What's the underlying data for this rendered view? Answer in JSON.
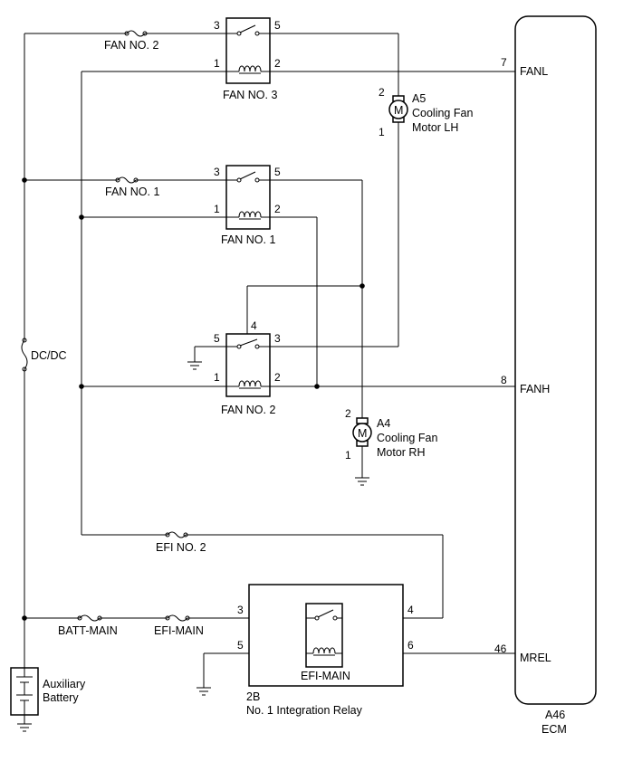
{
  "relays": {
    "fan3": {
      "label": "FAN NO. 3",
      "pins": [
        "3",
        "5",
        "1",
        "2"
      ]
    },
    "fan1": {
      "label": "FAN NO. 1",
      "pins": [
        "3",
        "5",
        "1",
        "2"
      ]
    },
    "fan2": {
      "label": "FAN NO. 2",
      "pins": [
        "4",
        "5",
        "3",
        "1",
        "2"
      ]
    },
    "efi_main": {
      "label": "EFI-MAIN",
      "pins": [
        "3",
        "4",
        "5",
        "6"
      ],
      "connector": "2B",
      "name": "No. 1 Integration Relay"
    }
  },
  "fuses": {
    "fan_no2": "FAN NO. 2",
    "fan_no1": "FAN NO. 1",
    "dcdc": "DC/DC",
    "efi_no2": "EFI NO. 2",
    "batt_main": "BATT-MAIN",
    "efi_main": "EFI-MAIN"
  },
  "motors": {
    "lh": {
      "id": "A5",
      "line1": "Cooling Fan",
      "line2": "Motor LH",
      "pin_top": "2",
      "pin_bottom": "1",
      "symbol": "M"
    },
    "rh": {
      "id": "A4",
      "line1": "Cooling Fan",
      "line2": "Motor RH",
      "pin_top": "2",
      "pin_bottom": "1",
      "symbol": "M"
    }
  },
  "ecm": {
    "id": "A46",
    "name": "ECM",
    "terminals": [
      {
        "pin": "7",
        "name": "FANL"
      },
      {
        "pin": "8",
        "name": "FANH"
      },
      {
        "pin": "46",
        "name": "MREL"
      }
    ]
  },
  "battery": {
    "line1": "Auxiliary",
    "line2": "Battery"
  }
}
